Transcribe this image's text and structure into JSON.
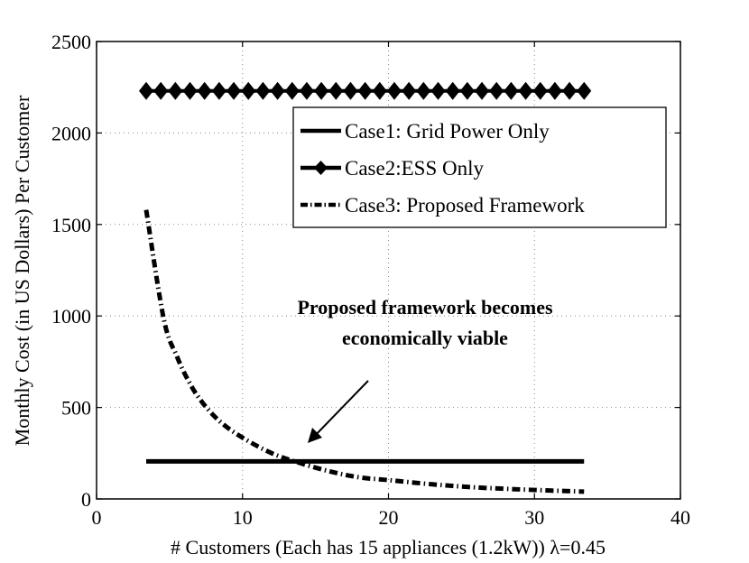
{
  "chart_data": {
    "type": "line",
    "title": "",
    "xlabel": "# Customers (Each has 15 appliances (1.2kW)) λ=0.45",
    "ylabel": "Monthly Cost (in US Dollars) Per Customer",
    "xlim": [
      0,
      40
    ],
    "ylim": [
      0,
      2500
    ],
    "xticks": [
      "0",
      "10",
      "20",
      "30",
      "40"
    ],
    "yticks": [
      "0",
      "500",
      "1000",
      "1500",
      "2000",
      "2500"
    ],
    "grid": true,
    "legend_position": "top-right",
    "series": [
      {
        "name": "Case1: Grid Power Only",
        "style": "solid",
        "color": "#000000",
        "x": [
          3.4,
          33.4
        ],
        "y": [
          205,
          205
        ]
      },
      {
        "name": "Case2:ESS Only",
        "style": "solid-diamond",
        "color": "#000000",
        "x": [
          3.4,
          33.4
        ],
        "y": [
          2230,
          2230
        ]
      },
      {
        "name": "Case3: Proposed Framework",
        "style": "dash-dot",
        "color": "#000000",
        "x": [
          3.4,
          4.6,
          5.5,
          6.4,
          7.3,
          8.5,
          10,
          12,
          13.9,
          16,
          18,
          20,
          23,
          26,
          30,
          33.4
        ],
        "y": [
          1580,
          985,
          780,
          630,
          522,
          420,
          335,
          250,
          197,
          150,
          118,
          103,
          80,
          63,
          49,
          40
        ]
      }
    ],
    "annotation": {
      "lines": [
        "Proposed framework becomes",
        "economically viable"
      ],
      "arrow_to": [
        14.5,
        230
      ]
    }
  }
}
